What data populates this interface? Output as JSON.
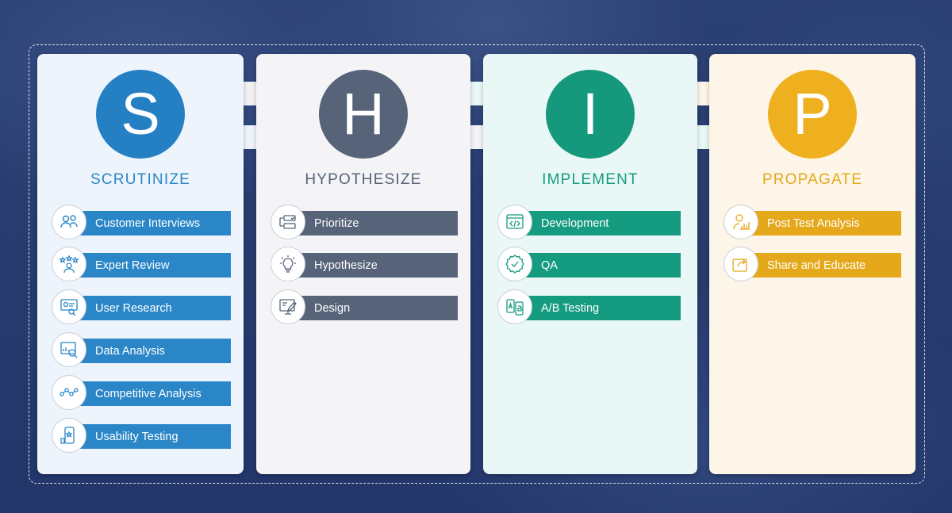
{
  "colors": {
    "scrutinize": "#2a86c7",
    "hypothesize": "#566378",
    "implement": "#159b80",
    "propagate": "#e5a81a",
    "badge_s": "#2580c3",
    "badge_h": "#566378",
    "badge_i": "#16987c",
    "badge_p": "#efb020"
  },
  "stages": [
    {
      "letter": "S",
      "title": "SCRUTINIZE",
      "items": [
        {
          "label": "Customer Interviews",
          "icon": "interview-icon"
        },
        {
          "label": "Expert Review",
          "icon": "expert-review-icon"
        },
        {
          "label": "User Research",
          "icon": "user-research-icon"
        },
        {
          "label": "Data Analysis",
          "icon": "data-analysis-icon"
        },
        {
          "label": "Competitive Analysis",
          "icon": "competitive-analysis-icon"
        },
        {
          "label": "Usability Testing",
          "icon": "usability-testing-icon"
        }
      ]
    },
    {
      "letter": "H",
      "title": "HYPOTHESIZE",
      "items": [
        {
          "label": "Prioritize",
          "icon": "prioritize-icon"
        },
        {
          "label": "Hypothesize",
          "icon": "lightbulb-icon"
        },
        {
          "label": "Design",
          "icon": "design-icon"
        }
      ]
    },
    {
      "letter": "I",
      "title": "IMPLEMENT",
      "items": [
        {
          "label": "Development",
          "icon": "code-icon"
        },
        {
          "label": "QA",
          "icon": "qa-check-icon"
        },
        {
          "label": "A/B Testing",
          "icon": "ab-testing-icon"
        }
      ]
    },
    {
      "letter": "P",
      "title": "PROPAGATE",
      "items": [
        {
          "label": "Post Test Analysis",
          "icon": "post-test-analysis-icon"
        },
        {
          "label": "Share and Educate",
          "icon": "share-icon"
        }
      ]
    }
  ]
}
